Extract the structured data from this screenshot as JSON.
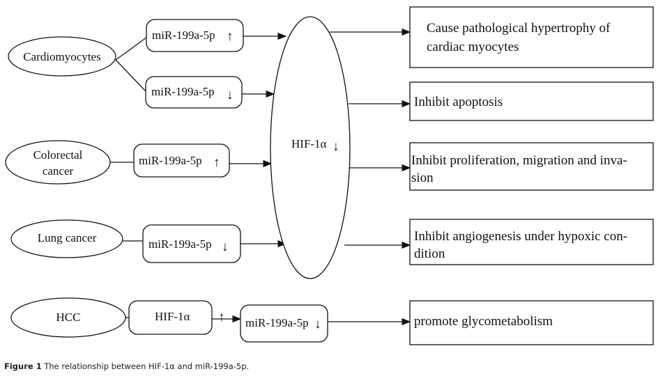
{
  "sources": {
    "cardiomyocytes": "Cardiomyocytes",
    "colorectal_line1": "Colorectal",
    "colorectal_line2": "cancer",
    "lung": "Lung cancer",
    "hcc": "HCC"
  },
  "mirna": {
    "label": "miR-199a-5p",
    "up": "↑",
    "down": "↓"
  },
  "hub": {
    "label": "HIF-1α",
    "arrow": "↓"
  },
  "hcc_hif": {
    "label": "HIF-1α",
    "arrow": "↑"
  },
  "outcomes": {
    "o1_line1": "Cause pathological hypertrophy of",
    "o1_line2": "cardiac myocytes",
    "o2": "Inhibit apoptosis",
    "o3_line1": "Inhibit proliferation, migration and inva-",
    "o3_line2": "sion",
    "o4_line1": "Inhibit angiogenesis under hypoxic con-",
    "o4_line2": "dition",
    "o5": "promote glycometabolism"
  },
  "caption": {
    "label": "Figure 1",
    "text": " The relationship between HIF-1α and miR-199a-5p."
  }
}
